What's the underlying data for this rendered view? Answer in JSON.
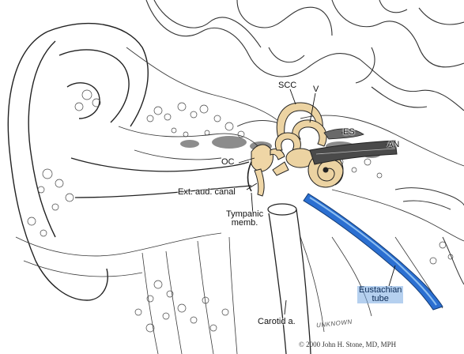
{
  "figure": {
    "labels": {
      "scc": "SCC",
      "v": "V",
      "es": "ES",
      "an": "AN",
      "oc": "OC",
      "ext_aud_canal": "Ext. aud. canal",
      "tympanic_line1": "Tympanic",
      "tympanic_line2": "memb.",
      "eustachian_line1": "Eustachian",
      "eustachian_line2": "tube",
      "carotid": "Carotid a."
    },
    "credit": "© 2000 John H. Stone, MD, MPH",
    "signature": "UNKNOWN"
  },
  "colors": {
    "line_art": "#222222",
    "inner_ear": "#e9cd9a",
    "eustachian": "#2b6fd1",
    "eustachian_light": "#8fc0f0",
    "label_bg": "#8fb8e6"
  }
}
